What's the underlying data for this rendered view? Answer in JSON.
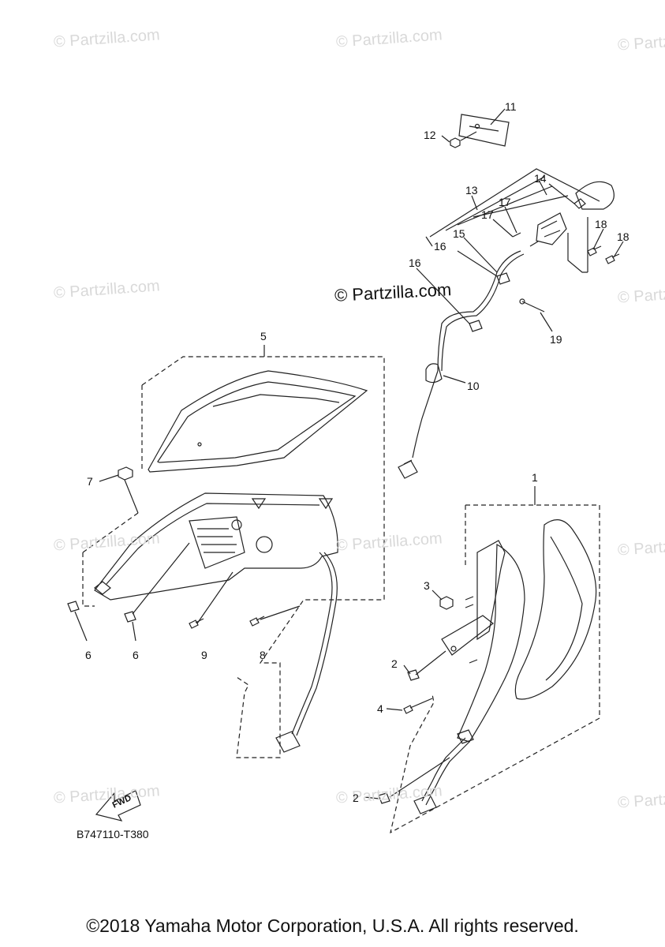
{
  "watermarks": {
    "text": "© Partzilla.com",
    "main_text": "© Partzilla.com"
  },
  "callouts": [
    "1",
    "2",
    "2",
    "3",
    "4",
    "5",
    "6",
    "6",
    "7",
    "8",
    "9",
    "10",
    "11",
    "12",
    "13",
    "14",
    "15",
    "16",
    "16",
    "17",
    "17",
    "18",
    "18",
    "19"
  ],
  "diagram_code": "B747110-T380",
  "fwd_label": "FWD",
  "copyright": "©2018 Yamaha Motor Corporation, U.S.A. All rights reserved."
}
